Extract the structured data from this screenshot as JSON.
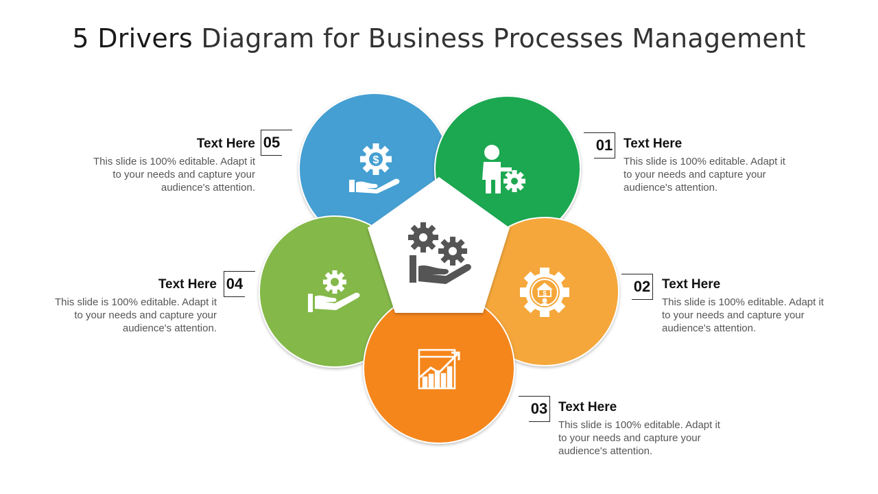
{
  "title": {
    "bold": "5 Drivers",
    "rest": " Diagram for Business Processes Management"
  },
  "colors": {
    "driver_05": "#459fd2",
    "driver_01": "#1ea851",
    "driver_02": "#f5a73b",
    "driver_03": "#f5861b",
    "driver_04": "#84b84a",
    "center": "#ffffff",
    "icon_dark": "#555555"
  },
  "drivers": [
    {
      "number": "01",
      "heading": "Text Here",
      "description": "This slide is 100% editable.  Adapt it to your needs and capture your audience's attention.",
      "icon": "person-gear-icon"
    },
    {
      "number": "02",
      "heading": "Text Here",
      "description": "This slide is 100% editable.  Adapt it to your needs and capture your audience's attention.",
      "icon": "dollar-building-gear-icon"
    },
    {
      "number": "03",
      "heading": "Text Here",
      "description": "This slide is 100% editable.  Adapt it to your needs and capture your audience's attention.",
      "icon": "growth-chart-icon"
    },
    {
      "number": "04",
      "heading": "Text Here",
      "description": "This slide is 100% editable.  Adapt it to your needs and capture your audience's attention.",
      "icon": "hand-gear-icon"
    },
    {
      "number": "05",
      "heading": "Text Here",
      "description": "This slide is 100% editable.  Adapt it to your needs and capture your audience's attention.",
      "icon": "hand-dollar-gear-icon"
    }
  ],
  "center": {
    "icon": "hand-gears-icon"
  }
}
